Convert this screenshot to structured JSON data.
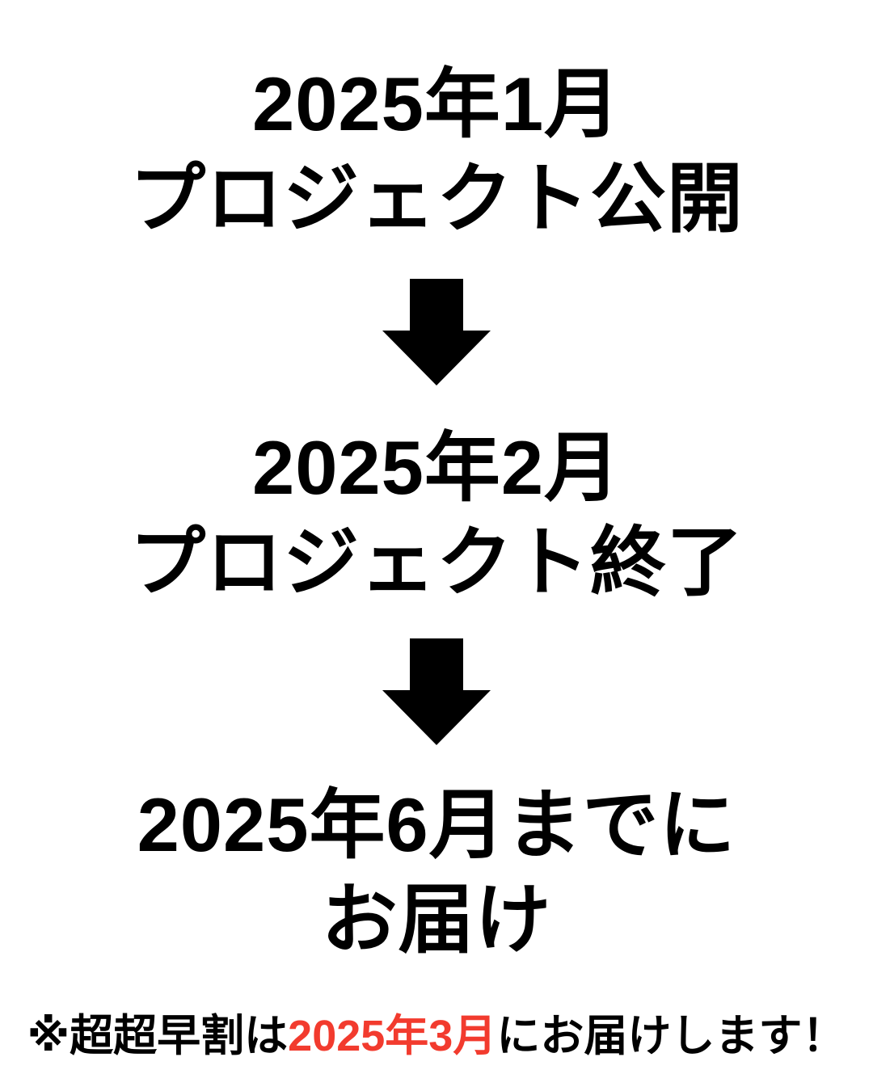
{
  "page": {
    "background_color": "#ffffff",
    "text_color": "#000000",
    "accent_red": "#f23b2e"
  },
  "timeline": {
    "steps": [
      {
        "line1": "2025年1月",
        "line2": "プロジェクト公開"
      },
      {
        "line1": "2025年2月",
        "line2": "プロジェクト終了"
      },
      {
        "line1": "2025年6月までに",
        "line2": "お届け"
      }
    ],
    "arrow_icon": "down-arrow"
  },
  "note": {
    "prefix": "※超超早割は",
    "highlight": "2025年3月",
    "suffix": "にお届けします！"
  }
}
